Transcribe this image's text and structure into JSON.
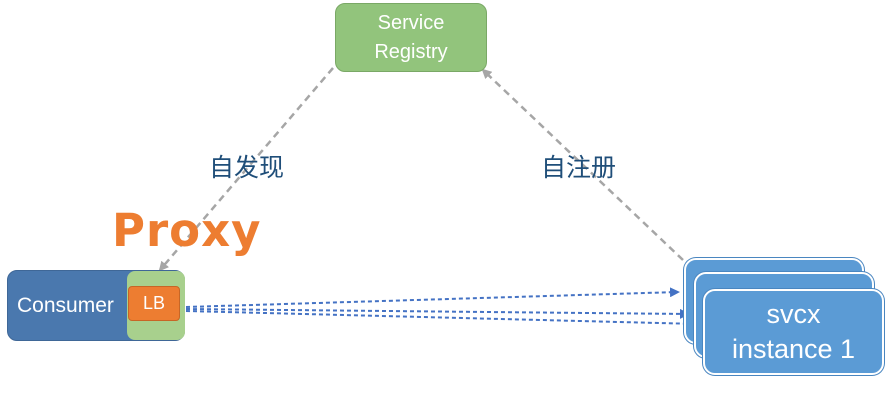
{
  "registry": {
    "line1": "Service",
    "line2": "Registry"
  },
  "consumer": {
    "label": "Consumer",
    "lb_label": "LB"
  },
  "proxy": {
    "label": "Proxy"
  },
  "edges": {
    "discover_label": "自发现",
    "register_label": "自注册"
  },
  "service": {
    "line1": "svcx",
    "line2": "instance 1"
  },
  "colors": {
    "registry": "#92c47c",
    "consumer": "#4a78ae",
    "proxy_box": "#a8d08d",
    "lb": "#ed7d31",
    "service": "#5b9bd5",
    "proxy_text": "#ed7d31",
    "cn_text": "#1f4e79",
    "grey_arrow": "#a6a6a6",
    "blue_arrow": "#4472c4"
  }
}
